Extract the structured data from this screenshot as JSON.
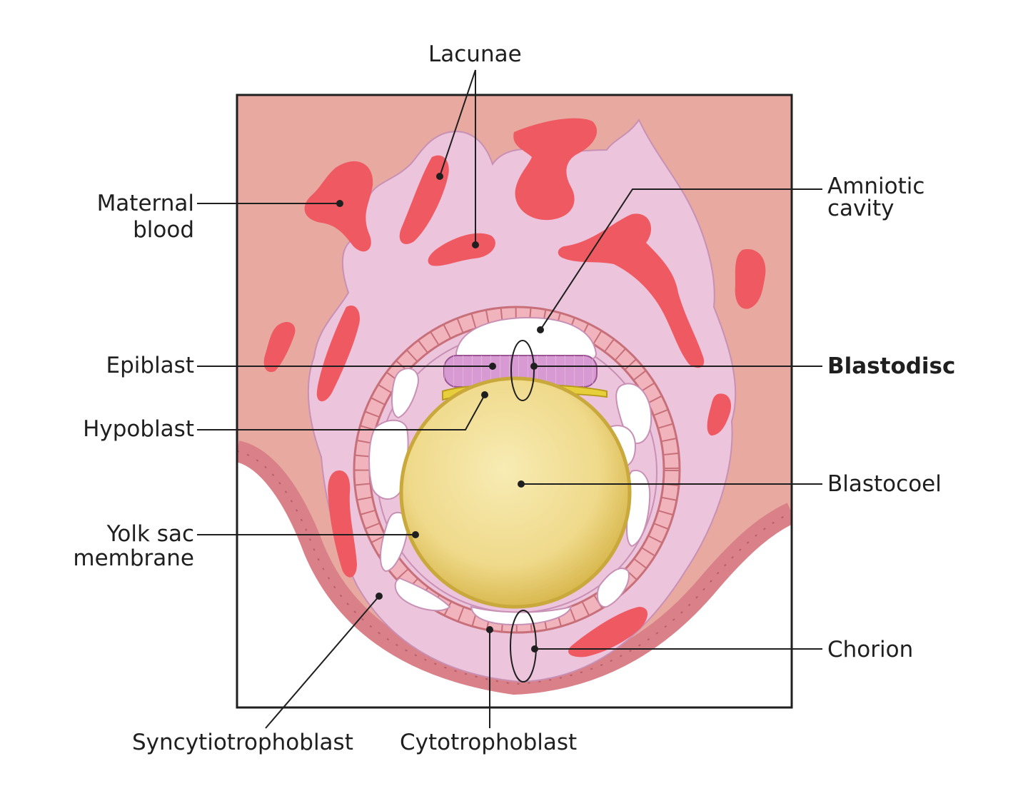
{
  "labels": {
    "lacunae": "Lacunae",
    "maternal_blood_1": "Maternal",
    "maternal_blood_2": "blood",
    "amniotic_cavity_1": "Amniotic",
    "amniotic_cavity_2": "cavity",
    "epiblast": "Epiblast",
    "blastodisc": "Blastodisc",
    "hypoblast": "Hypoblast",
    "blastocoel": "Blastocoel",
    "yolk_sac_membrane_1": "Yolk sac",
    "yolk_sac_membrane_2": "membrane",
    "chorion": "Chorion",
    "syncytiotrophoblast": "Syncytiotrophoblast",
    "cytotrophoblast": "Cytotrophoblast"
  },
  "colors": {
    "endometrium": "#e8aaa0",
    "syncytium": "#ecc4dc",
    "blood": "#ef5a62",
    "cell_layer": "#f2b4bc",
    "cell_outline": "#c8707a",
    "epiblast": "#d89ad2",
    "hypoblast": "#e6cf3a",
    "yolk": "#f0da8a",
    "uterine_epithelium": "#d98088",
    "leader": "#1f1f1f"
  }
}
